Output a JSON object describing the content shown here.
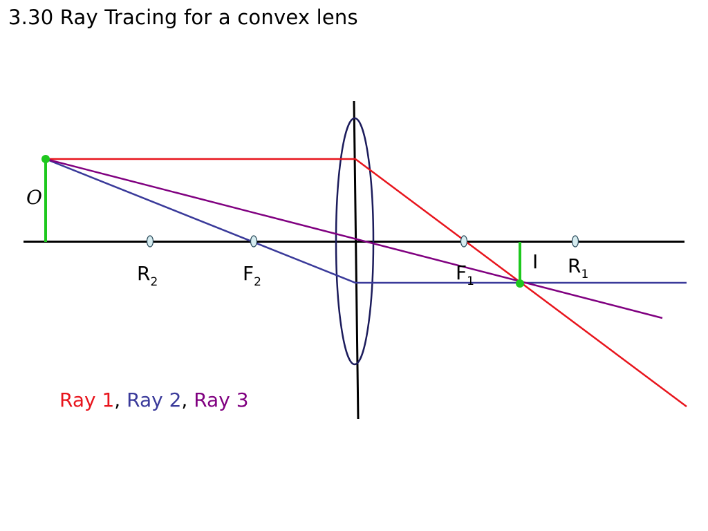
{
  "title": "3.30 Ray Tracing for a convex lens",
  "labels": {
    "object": "O",
    "image": "I",
    "r2": {
      "main": "R",
      "sub": "2"
    },
    "f2": {
      "main": "F",
      "sub": "2"
    },
    "f1": {
      "main": "F",
      "sub": "1"
    },
    "r1": {
      "main": "R",
      "sub": "1"
    }
  },
  "legend": {
    "ray1": {
      "text": "Ray 1",
      "color": "#e8141c"
    },
    "ray2": {
      "text": "Ray 2",
      "color": "#3a3a9a"
    },
    "ray3": {
      "text": "Ray 3",
      "color": "#800080"
    },
    "separator": ","
  },
  "colors": {
    "axis": "#000000",
    "lens": "#1c1c5c",
    "arrow": "#1ec81e",
    "focal_marker_fill": "#d6ecf0",
    "focal_marker_stroke": "#2a4a5a"
  }
}
